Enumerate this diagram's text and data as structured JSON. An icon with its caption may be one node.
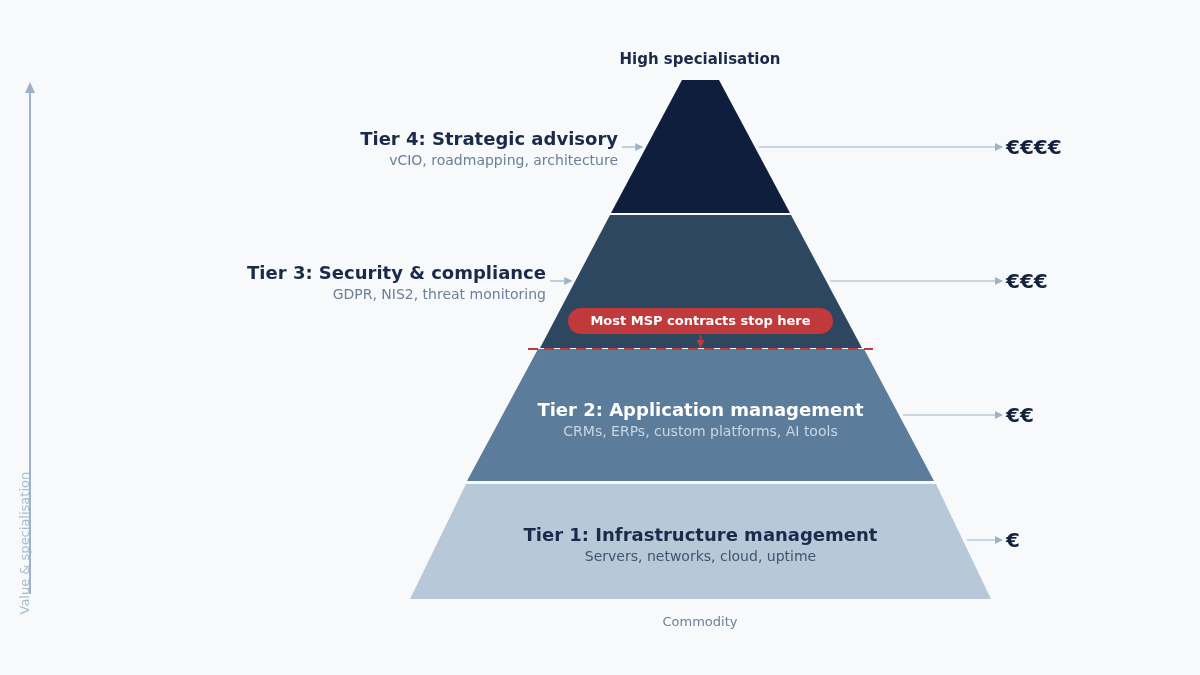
{
  "diagram": {
    "nodes": [
      {
        "text": [
          "Tier 4: Strategic advisory",
          "vCIO, roadmapping, architecture"
        ]
      },
      {
        "text": [],
        "shape": "band",
        "beside": [
          "High specialisation"
        ]
      },
      {
        "text": [
          "€€€€"
        ]
      },
      {
        "text": [
          "Tier 3: Security & compliance",
          "GDPR, NIS2, threat monitoring"
        ]
      },
      {
        "text": [],
        "shape": "band"
      },
      {
        "text": [
          "€€€"
        ]
      },
      {
        "text": [
          "Most MSP contracts stop here"
        ],
        "in": 4
      },
      {
        "text": [
          "Tier 2: Application management",
          "CRMs, ERPs, custom platforms, AI tools"
        ]
      },
      {
        "text": [
          "€€"
        ]
      },
      {
        "text": [
          "Tier 1: Infrastructure management",
          "Servers, networks, cloud, uptime"
        ],
        "beside": [
          "Commodity"
        ]
      },
      {
        "text": [
          "€"
        ]
      },
      {
        "text": [],
        "shape": "line"
      }
    ],
    "edges": [
      {
        "from": 0,
        "to": 1,
        "arrow": "to"
      },
      {
        "from": 1,
        "to": 2,
        "arrow": "to"
      },
      {
        "from": 3,
        "to": 4,
        "arrow": "to"
      },
      {
        "from": 4,
        "to": 5,
        "arrow": "to"
      },
      {
        "from": 6,
        "to": 11,
        "arrow": "to",
        "color": "#c0393b"
      },
      {
        "from": 7,
        "to": 8,
        "arrow": "to"
      },
      {
        "from": 9,
        "to": 10,
        "arrow": "to"
      }
    ],
    "labels": [
      "Value & specialisation"
    ]
  }
}
